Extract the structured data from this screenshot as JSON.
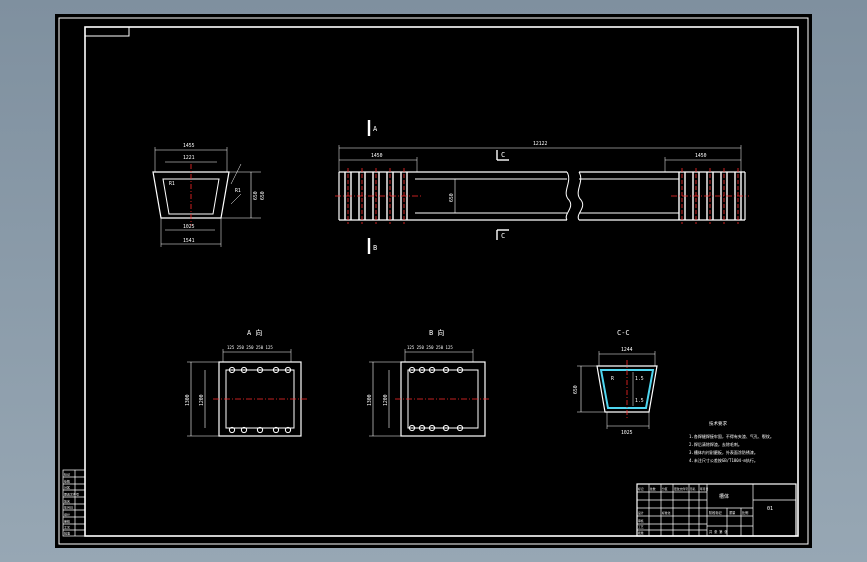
{
  "colors": {
    "background": "#8a9aa8",
    "sheet": "#000000",
    "outline": "#ffffff",
    "centerline": "#ff2a2a",
    "liner": "#4fd6f0"
  },
  "labels": {
    "view_a_mark": "A",
    "view_b_mark": "B",
    "section_mark": "C",
    "view_a_title": "A 向",
    "view_b_title": "B 向",
    "section_title": "C-C"
  },
  "dimensions": {
    "end_view_top": "1455",
    "end_view_inner_top": "1221",
    "end_view_inner_bottom": "1025",
    "end_view_bottom": "1541",
    "end_view_height": "650",
    "end_view_height_right": "650",
    "end_view_r1": "R1",
    "end_view_r2": "R1",
    "long_total": "12122",
    "long_left_segment": "1450",
    "long_right_segment": "1450",
    "long_height": "650",
    "a_pitch": "125 250  250  250 125",
    "a_height_outer": "1300",
    "a_height_inner": "1200",
    "b_pitch": "125 250  250  250 125",
    "b_height_outer": "1300",
    "b_height_inner": "1200",
    "c_top": "1244",
    "c_bottom": "1025",
    "c_height": "650",
    "c_r": "R",
    "c_t1": "1.5",
    "c_t2": "1.5"
  },
  "notes": {
    "title": "技术要求",
    "lines": [
      "1.各焊缝焊接牢固，不得有夹渣、气孔、裂纹。",
      "2.焊后清除焊渣，去除毛刺。",
      "3.槽体内衬耐磨板，外表面涂防锈漆。",
      "4.未注尺寸公差按GB/T1804-m执行。"
    ]
  },
  "revision_table": {
    "rows": [
      "标记",
      "处数",
      "分区",
      "更改文件号",
      "签名",
      "年月日",
      "设计",
      "审核",
      "工艺",
      "批准"
    ]
  },
  "title_block": {
    "part_name": "槽体",
    "drawing_number": "01",
    "scale_label": "比例",
    "stage_label": "阶段标记",
    "weight_label": "重量",
    "sheet_label": "共 张 第 张",
    "left_cells": [
      "标记",
      "处数",
      "分区",
      "更改文件号",
      "签名",
      "年月日",
      "设计",
      "标准化",
      "审核",
      "工艺",
      "批准"
    ]
  }
}
